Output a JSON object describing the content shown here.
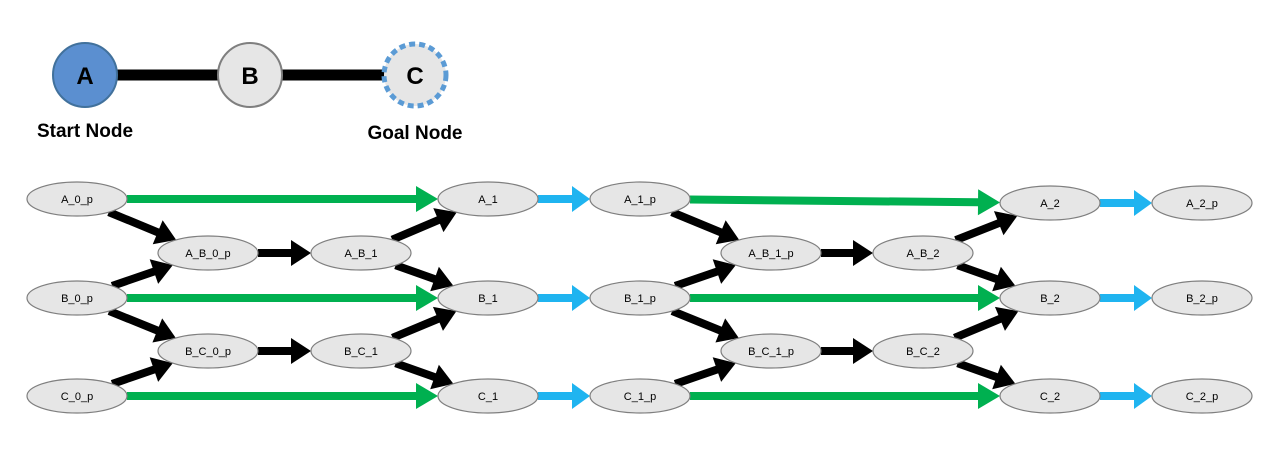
{
  "legend": {
    "nodes": [
      {
        "id": "A",
        "label": "A",
        "fill": "#5b8fd0",
        "dashed": false
      },
      {
        "id": "B",
        "label": "B",
        "fill": "#e6e6e6",
        "dashed": false
      },
      {
        "id": "C",
        "label": "C",
        "fill": "#e6e6e6",
        "dashed": true
      }
    ],
    "captions": {
      "start": "Start Node",
      "goal": "Goal Node"
    },
    "dash_color": "#5b9bd5"
  },
  "colors": {
    "node_fill": "#e6e6e6",
    "node_stroke": "#7f7f7f",
    "wait_edge": "#00b050",
    "move_edge": "#000000",
    "proceed_edge": "#1fb4f0"
  },
  "nodes": [
    {
      "id": "A_0_p",
      "label": "A_0_p"
    },
    {
      "id": "B_0_p",
      "label": "B_0_p"
    },
    {
      "id": "C_0_p",
      "label": "C_0_p"
    },
    {
      "id": "A_B_0_p",
      "label": "A_B_0_p"
    },
    {
      "id": "B_C_0_p",
      "label": "B_C_0_p"
    },
    {
      "id": "A_B_1",
      "label": "A_B_1"
    },
    {
      "id": "B_C_1",
      "label": "B_C_1"
    },
    {
      "id": "A_1",
      "label": "A_1"
    },
    {
      "id": "B_1",
      "label": "B_1"
    },
    {
      "id": "C_1",
      "label": "C_1"
    },
    {
      "id": "A_1_p",
      "label": "A_1_p"
    },
    {
      "id": "B_1_p",
      "label": "B_1_p"
    },
    {
      "id": "C_1_p",
      "label": "C_1_p"
    },
    {
      "id": "A_B_1_p",
      "label": "A_B_1_p"
    },
    {
      "id": "B_C_1_p",
      "label": "B_C_1_p"
    },
    {
      "id": "A_B_2",
      "label": "A_B_2"
    },
    {
      "id": "B_C_2",
      "label": "B_C_2"
    },
    {
      "id": "A_2",
      "label": "A_2"
    },
    {
      "id": "B_2",
      "label": "B_2"
    },
    {
      "id": "C_2",
      "label": "C_2"
    },
    {
      "id": "A_2_p",
      "label": "A_2_p"
    },
    {
      "id": "B_2_p",
      "label": "B_2_p"
    },
    {
      "id": "C_2_p",
      "label": "C_2_p"
    }
  ],
  "edges": [
    {
      "from": "A_0_p",
      "to": "A_1",
      "kind": "wait"
    },
    {
      "from": "B_0_p",
      "to": "B_1",
      "kind": "wait"
    },
    {
      "from": "C_0_p",
      "to": "C_1",
      "kind": "wait"
    },
    {
      "from": "A_0_p",
      "to": "A_B_0_p",
      "kind": "move"
    },
    {
      "from": "B_0_p",
      "to": "A_B_0_p",
      "kind": "move"
    },
    {
      "from": "B_0_p",
      "to": "B_C_0_p",
      "kind": "move"
    },
    {
      "from": "C_0_p",
      "to": "B_C_0_p",
      "kind": "move"
    },
    {
      "from": "A_B_0_p",
      "to": "A_B_1",
      "kind": "move"
    },
    {
      "from": "B_C_0_p",
      "to": "B_C_1",
      "kind": "move"
    },
    {
      "from": "A_B_1",
      "to": "A_1",
      "kind": "move"
    },
    {
      "from": "A_B_1",
      "to": "B_1",
      "kind": "move"
    },
    {
      "from": "B_C_1",
      "to": "B_1",
      "kind": "move"
    },
    {
      "from": "B_C_1",
      "to": "C_1",
      "kind": "move"
    },
    {
      "from": "A_1",
      "to": "A_1_p",
      "kind": "proceed"
    },
    {
      "from": "B_1",
      "to": "B_1_p",
      "kind": "proceed"
    },
    {
      "from": "C_1",
      "to": "C_1_p",
      "kind": "proceed"
    },
    {
      "from": "A_1_p",
      "to": "A_2",
      "kind": "wait"
    },
    {
      "from": "B_1_p",
      "to": "B_2",
      "kind": "wait"
    },
    {
      "from": "C_1_p",
      "to": "C_2",
      "kind": "wait"
    },
    {
      "from": "A_1_p",
      "to": "A_B_1_p",
      "kind": "move"
    },
    {
      "from": "B_1_p",
      "to": "A_B_1_p",
      "kind": "move"
    },
    {
      "from": "B_1_p",
      "to": "B_C_1_p",
      "kind": "move"
    },
    {
      "from": "C_1_p",
      "to": "B_C_1_p",
      "kind": "move"
    },
    {
      "from": "A_B_1_p",
      "to": "A_B_2",
      "kind": "move"
    },
    {
      "from": "B_C_1_p",
      "to": "B_C_2",
      "kind": "move"
    },
    {
      "from": "A_B_2",
      "to": "A_2",
      "kind": "move"
    },
    {
      "from": "A_B_2",
      "to": "B_2",
      "kind": "move"
    },
    {
      "from": "B_C_2",
      "to": "B_2",
      "kind": "move"
    },
    {
      "from": "B_C_2",
      "to": "C_2",
      "kind": "move"
    },
    {
      "from": "A_2",
      "to": "A_2_p",
      "kind": "proceed"
    },
    {
      "from": "B_2",
      "to": "B_2_p",
      "kind": "proceed"
    },
    {
      "from": "C_2",
      "to": "C_2_p",
      "kind": "proceed"
    }
  ]
}
